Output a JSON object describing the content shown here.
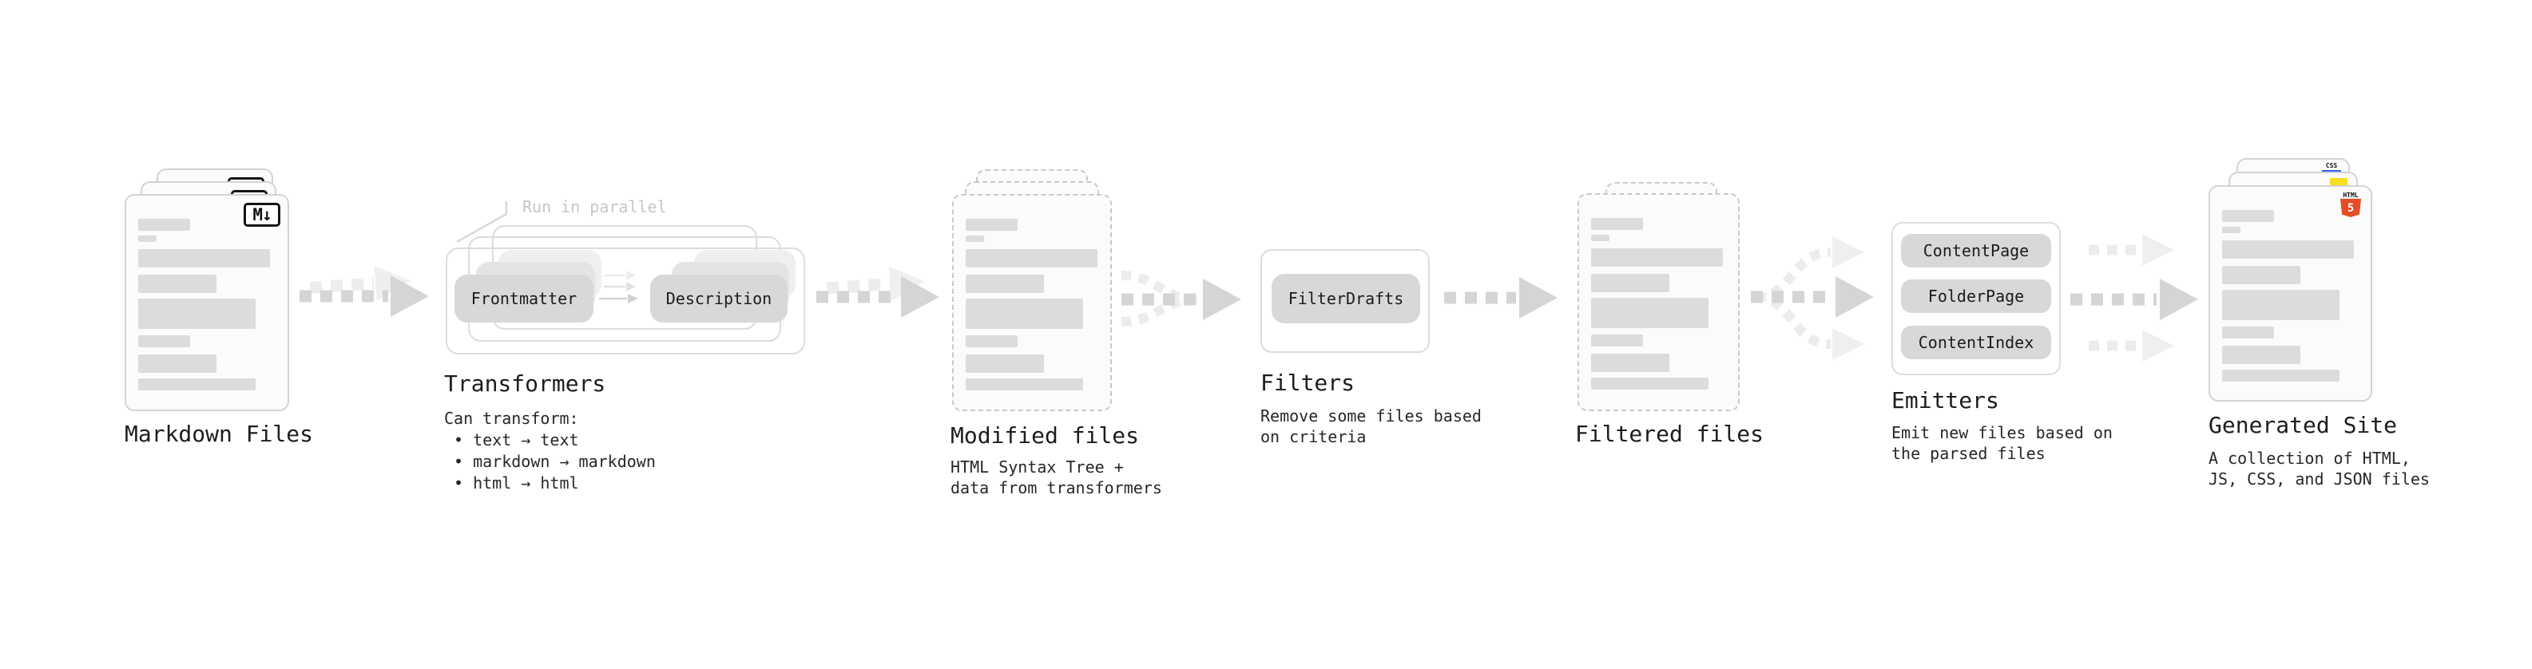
{
  "diagram": {
    "markdown": {
      "label": "Markdown Files",
      "icon": "M↓"
    },
    "transformers": {
      "annotation": "Run in parallel",
      "step_from": "Frontmatter",
      "step_to": "Description",
      "label": "Transformers",
      "caption_intro": "Can transform:",
      "bullets": [
        "• text → text",
        "• markdown → markdown",
        "• html → html"
      ]
    },
    "modified": {
      "label": "Modified files",
      "caption": "HTML Syntax Tree +\ndata from transformers"
    },
    "filters": {
      "pill": "FilterDrafts",
      "label": "Filters",
      "caption": "Remove some files based\non criteria"
    },
    "filtered": {
      "label": "Filtered files"
    },
    "emitters": {
      "pills": [
        "ContentPage",
        "FolderPage",
        "ContentIndex"
      ],
      "label": "Emitters",
      "caption": "Emit new files based on\nthe parsed files"
    },
    "generated": {
      "label": "Generated Site",
      "caption": "A collection of HTML,\nJS, CSS, and JSON files",
      "css_icon_text": "CSS",
      "html_icon_text": "HTML",
      "html_icon_number": "5"
    },
    "colors": {
      "html5_orange": "#e44d26",
      "js_yellow": "#f7df1e",
      "css_blue": "#2d62e8",
      "bar_gray": "#dcdcdc",
      "arrow_gray": "#d5d5d5",
      "arrow_faint": "#ececec"
    }
  }
}
